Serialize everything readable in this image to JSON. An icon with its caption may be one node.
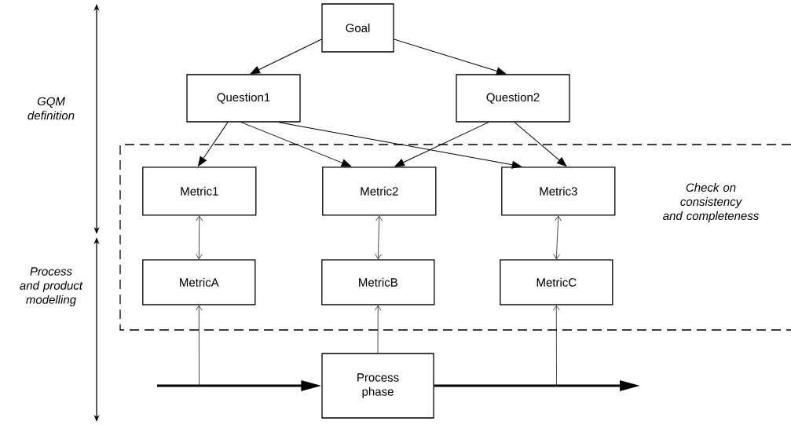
{
  "diagram": {
    "nodes": [
      {
        "text": [
          "Goal"
        ]
      },
      {
        "text": [
          "Question1"
        ]
      },
      {
        "text": [
          "Question2"
        ]
      },
      {
        "text": [
          "Check on consistency and completeness"
        ]
      },
      {
        "text": [
          "Metric1"
        ],
        "in": 3
      },
      {
        "text": [
          "Metric2"
        ],
        "in": 3
      },
      {
        "text": [
          "Metric3"
        ],
        "in": 3
      },
      {
        "text": [
          "MetricA"
        ],
        "in": 3
      },
      {
        "text": [
          "MetricB"
        ],
        "in": 3
      },
      {
        "text": [
          "MetricC"
        ],
        "in": 3
      },
      {
        "text": [
          "Process phase"
        ]
      }
    ],
    "edges": [
      {
        "from": 0,
        "to": 1,
        "arrow": "to"
      },
      {
        "from": 0,
        "to": 2,
        "arrow": "to"
      },
      {
        "from": 1,
        "to": 4,
        "arrow": "to"
      },
      {
        "from": 1,
        "to": 5,
        "arrow": "to"
      },
      {
        "from": 1,
        "to": 6,
        "arrow": "to"
      },
      {
        "from": 2,
        "to": 5,
        "arrow": "to"
      },
      {
        "from": 2,
        "to": 6,
        "arrow": "to"
      },
      {
        "from": 4,
        "to": 7,
        "arrow": "both"
      },
      {
        "from": 5,
        "to": 8,
        "arrow": "both"
      },
      {
        "from": 6,
        "to": 9,
        "arrow": "both"
      },
      {
        "from": null,
        "to": 10,
        "arrow": "to",
        "style": "thick"
      },
      {
        "from": 10,
        "to": null,
        "arrow": "to",
        "style": "thick"
      },
      {
        "from": null,
        "to": 7,
        "arrow": "to"
      },
      {
        "from": 10,
        "to": 8,
        "arrow": "to"
      },
      {
        "from": null,
        "to": 9,
        "arrow": "to"
      }
    ],
    "labels": [
      "GQM definition",
      "Process and product modelling"
    ]
  }
}
